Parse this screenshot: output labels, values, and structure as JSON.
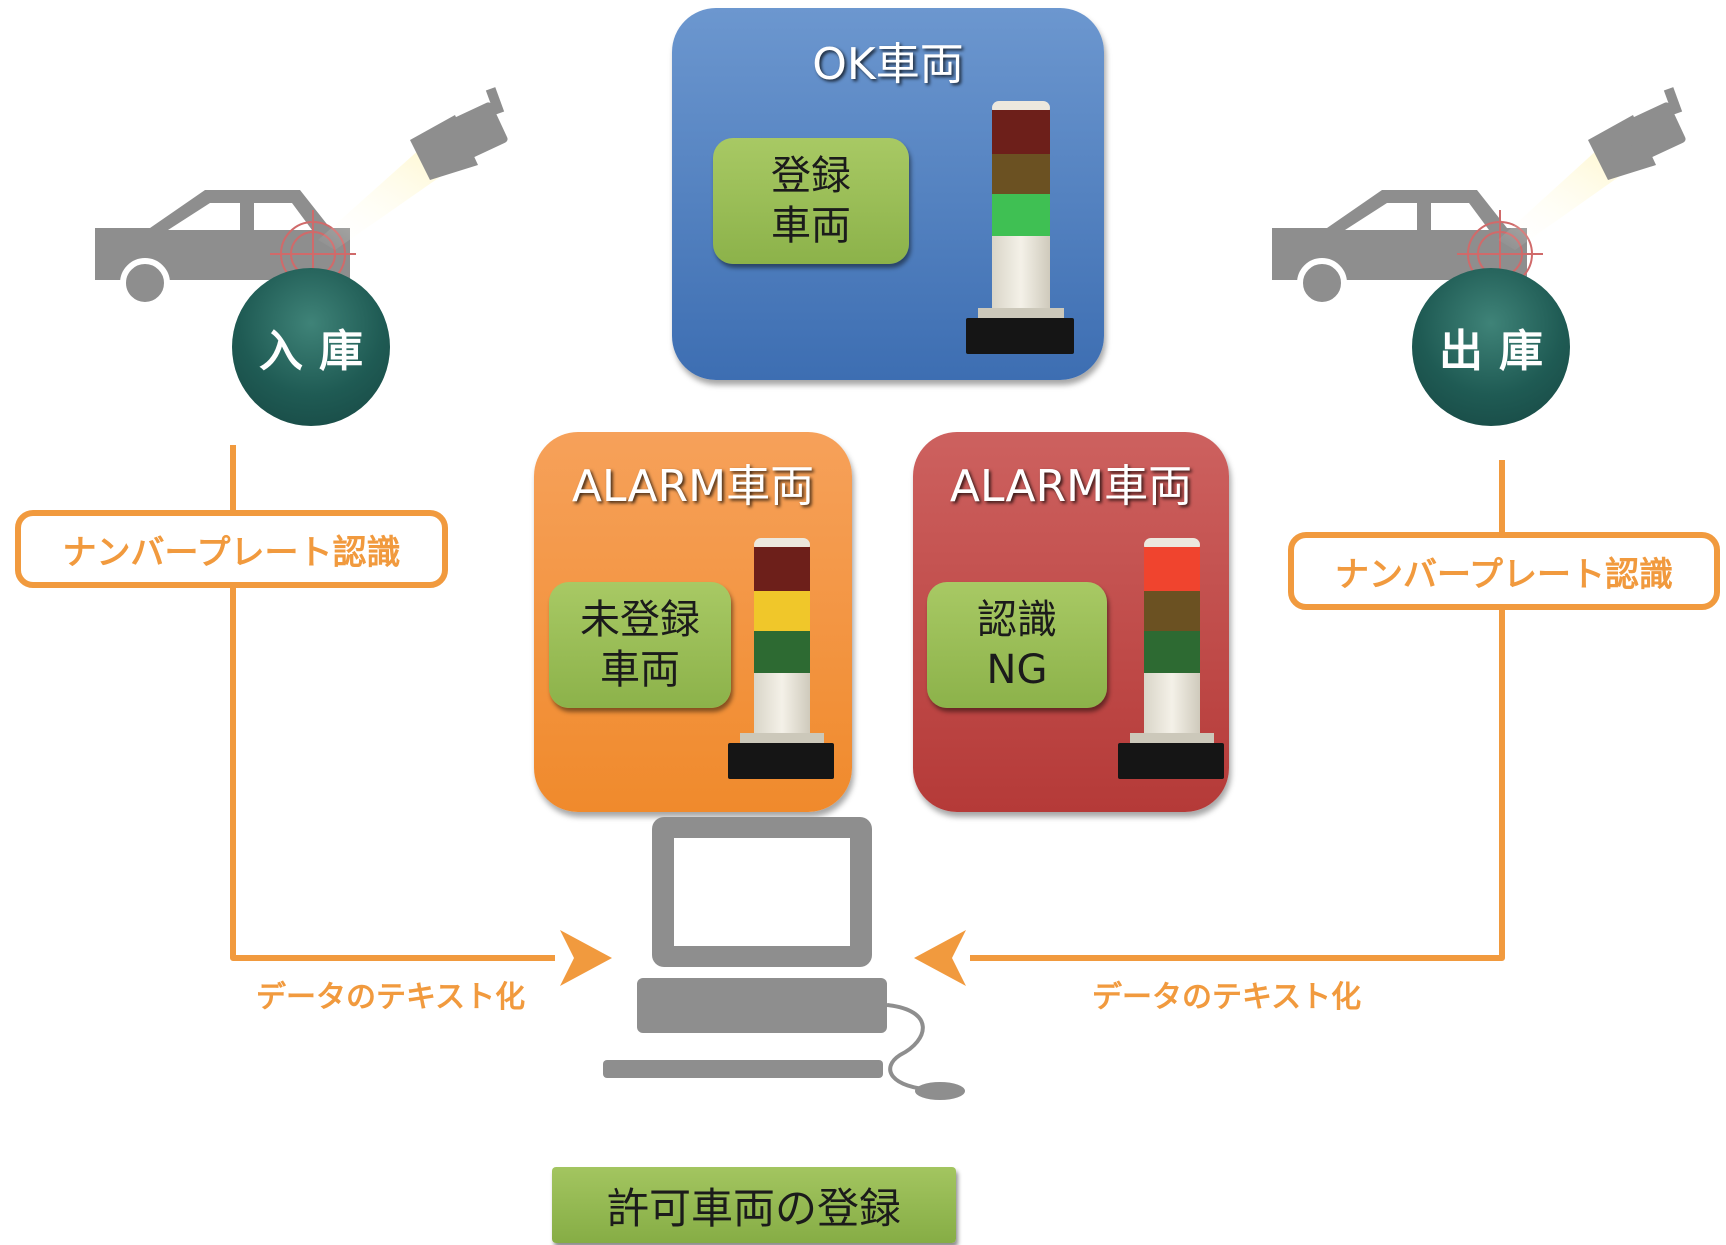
{
  "stations": {
    "entry": "入庫",
    "exit": "出庫"
  },
  "recognition_label": "ナンバープレート認識",
  "flow_label": "データのテキスト化",
  "panels": {
    "ok": {
      "title": "OK車両",
      "line1": "登録",
      "line2": "車両"
    },
    "unregistered": {
      "title": "ALARM車両",
      "line1": "未登録",
      "line2": "車両"
    },
    "recognition_ng": {
      "title": "ALARM車両",
      "line1": "認識",
      "line2": "NG"
    }
  },
  "registration_label": "許可車両の登録",
  "colors": {
    "flow_orange": "#f19a3e",
    "badge_teal": "#1f5b54",
    "panel_blue": "#4a7bbd",
    "panel_orange": "#f39341",
    "panel_red": "#c24a48",
    "box_green": "#9bbe56",
    "vehicle_gray": "#8e8e8e"
  }
}
